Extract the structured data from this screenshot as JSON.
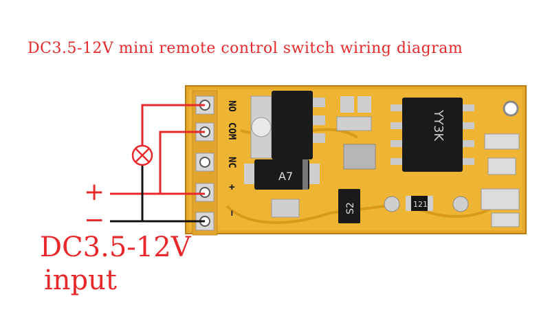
{
  "title": "DC3.5-12V mini remote control switch wiring diagram",
  "input_label": {
    "line1": "DC3.5-12V",
    "line2": "input"
  },
  "signs": {
    "plus": "+",
    "minus": "−"
  },
  "board": {
    "pin_labels": [
      "NO",
      "COM",
      "NC",
      "+",
      "−"
    ],
    "chip_markings": {
      "diode": "A7",
      "transistor": "S2",
      "resistor": "121",
      "ic": "YY3K"
    }
  },
  "colors": {
    "red_wire": "#e8282a",
    "black_wire": "#111111",
    "board": "#e5a82a",
    "label": "#e8282a"
  }
}
